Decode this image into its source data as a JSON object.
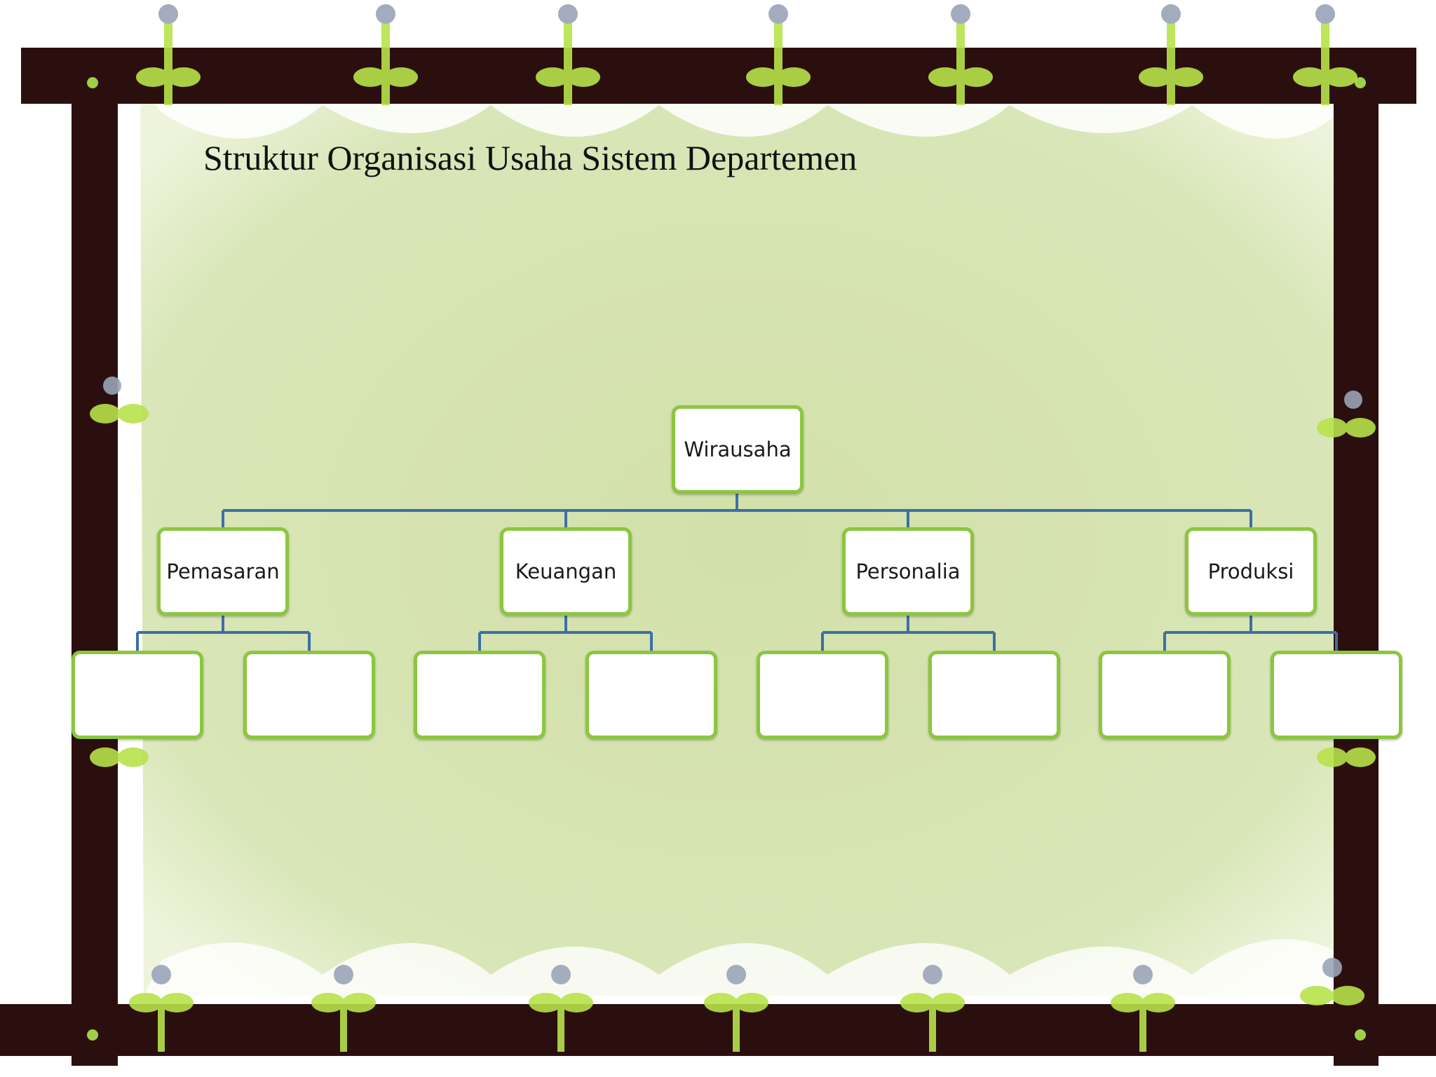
{
  "title": "Struktur Organisasi Usaha Sistem Departemen",
  "colors": {
    "frame": "#2b0f0e",
    "cloth": "#d6e3b1",
    "ribbon": "#b7e34a",
    "box_border": "#8cc63f",
    "connector": "#3d6fa8"
  },
  "org_chart": {
    "root": "Wirausaha",
    "departments": [
      {
        "name": "Pemasaran",
        "children": [
          "",
          ""
        ]
      },
      {
        "name": "Keuangan",
        "children": [
          "",
          ""
        ]
      },
      {
        "name": "Personalia",
        "children": [
          "",
          ""
        ]
      },
      {
        "name": "Produksi",
        "children": [
          "",
          ""
        ]
      }
    ]
  }
}
